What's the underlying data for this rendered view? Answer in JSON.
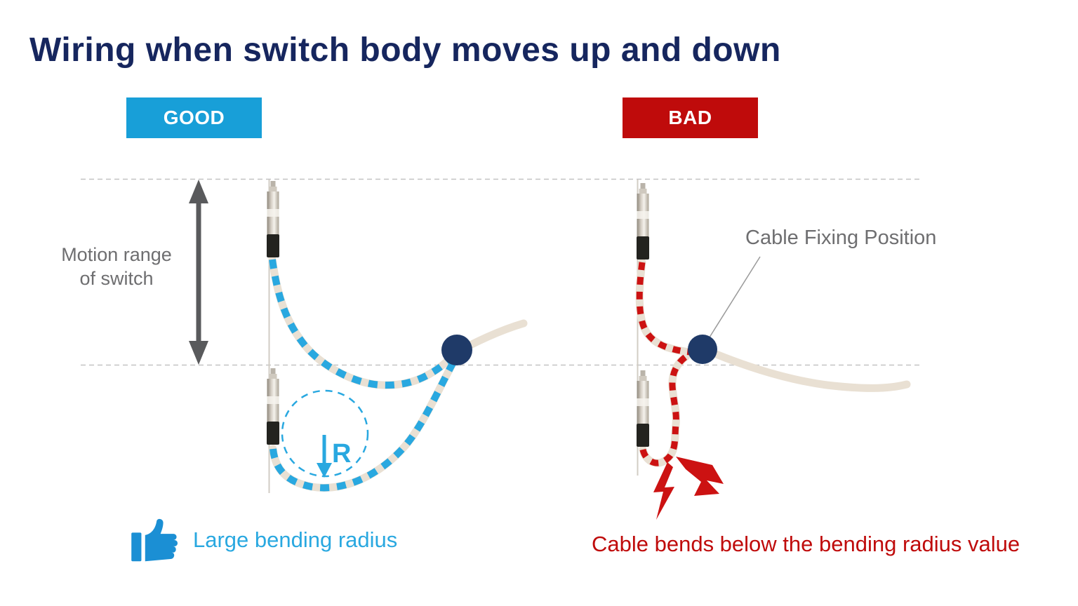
{
  "title": "Wiring when switch body moves up and down",
  "good_panel": {
    "badge": "GOOD",
    "caption": "Large bending radius",
    "radius_symbol": "R"
  },
  "bad_panel": {
    "badge": "BAD",
    "caption": "Cable bends below the bending radius value",
    "fixing_label": "Cable Fixing Position"
  },
  "labels": {
    "motion_range_line1": "Motion range",
    "motion_range_line2": "of switch"
  },
  "icons": {
    "good_caption_icon": "thumbs-up-icon",
    "bad_warning_icon": "lightning-bolt-icon",
    "motion_icon": "double-headed-arrow-icon"
  },
  "colors": {
    "title_navy": "#16265e",
    "good_blue": "#189fd8",
    "bad_red": "#bf0b0b",
    "cable_blue": "#29a8e0",
    "cable_red": "#cc1212",
    "fixing_dot_navy": "#1f3a68",
    "cable_beige": "#e9e0d3",
    "gray_text": "#6e6e70",
    "arrow_gray": "#595a5c",
    "guide_gray": "#c3c3c3"
  }
}
